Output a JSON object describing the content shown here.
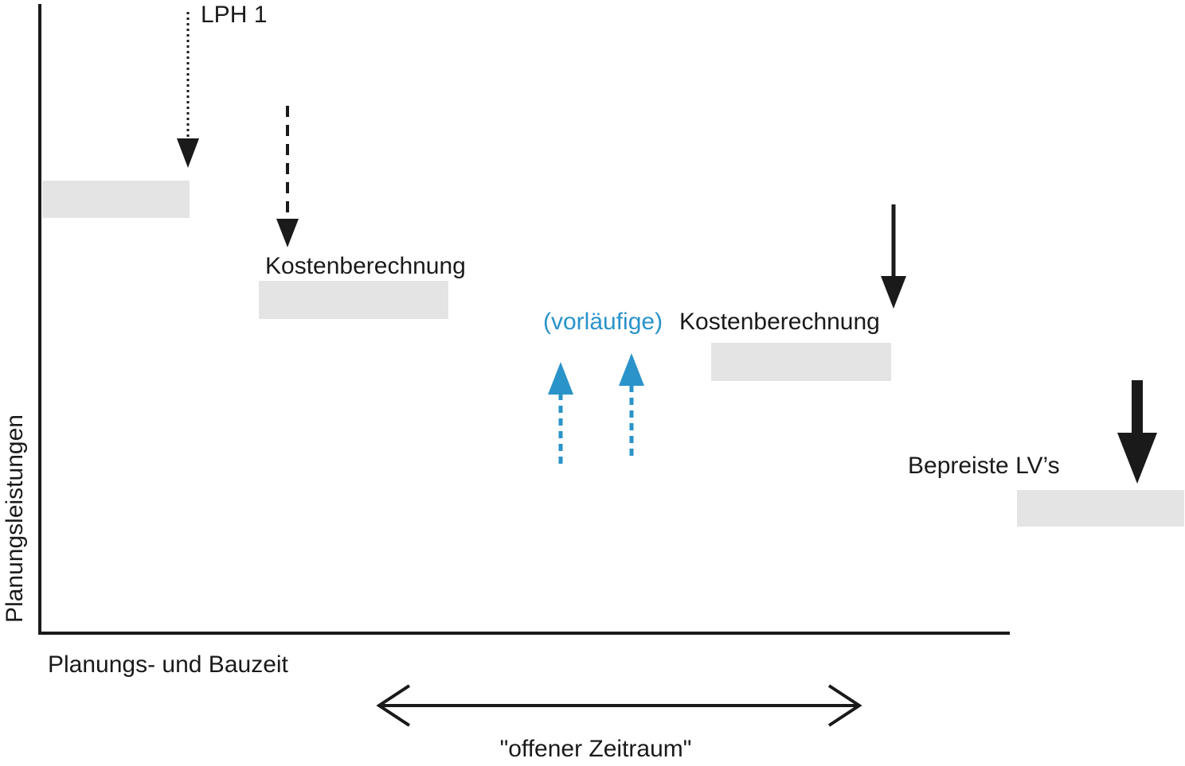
{
  "diagram": {
    "axes": {
      "y_label": "Planungsleistungen",
      "x_label": "Planungs- und Bauzeit"
    },
    "labels": {
      "lph1": "LPH 1",
      "kostenberechnung_1": "Kostenberechnung",
      "vorlaeufige": "(vorläufige)",
      "kostenberechnung_2": "Kostenberechnung",
      "bepreiste": "Bepreiste LV’s",
      "offener_zeitraum": "\"offener Zeitraum\""
    },
    "colors": {
      "line": "#1a1a1a",
      "bar": "#e4e4e4",
      "accent": "#2a93c9"
    }
  }
}
